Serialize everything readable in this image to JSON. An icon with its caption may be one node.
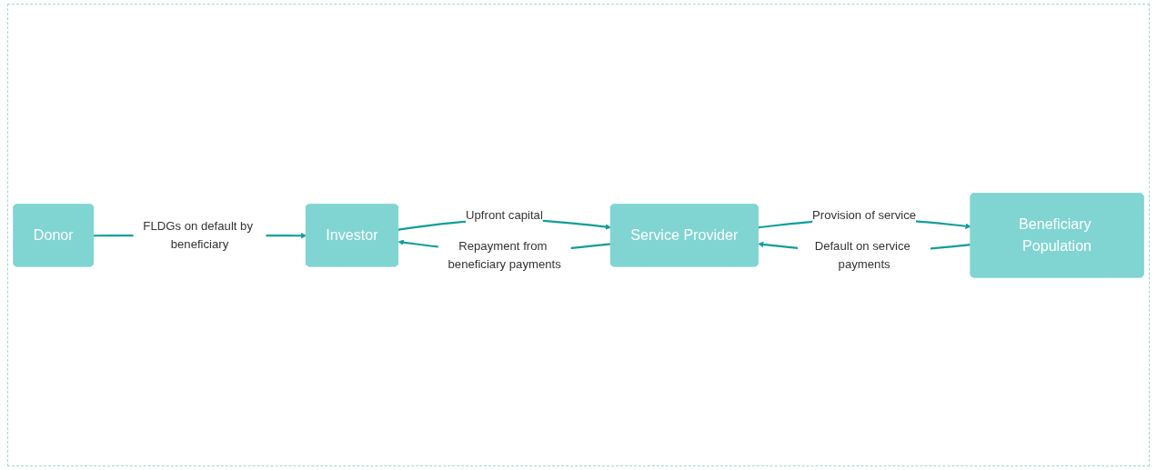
{
  "diagram": {
    "nodes": [
      {
        "text": [
          "Donor"
        ]
      },
      {
        "text": [
          "Investor"
        ]
      },
      {
        "text": [
          "Beneficiary Population"
        ]
      },
      {
        "text": [
          "Service Provider"
        ]
      }
    ],
    "edges": [
      {
        "from": 0,
        "to": 1,
        "arrow": "to",
        "label": "FLDGs on default by beneficiary"
      },
      {
        "from": 1,
        "to": 3,
        "arrow": "to",
        "label": "Upfront capital"
      },
      {
        "from": 3,
        "to": 1,
        "arrow": "to",
        "label": "Repayment from beneficiary payments"
      },
      {
        "from": 3,
        "to": 2,
        "arrow": "to",
        "label": "Provision of service"
      },
      {
        "from": 2,
        "to": 3,
        "arrow": "to",
        "label": "Default on service payments"
      }
    ]
  }
}
